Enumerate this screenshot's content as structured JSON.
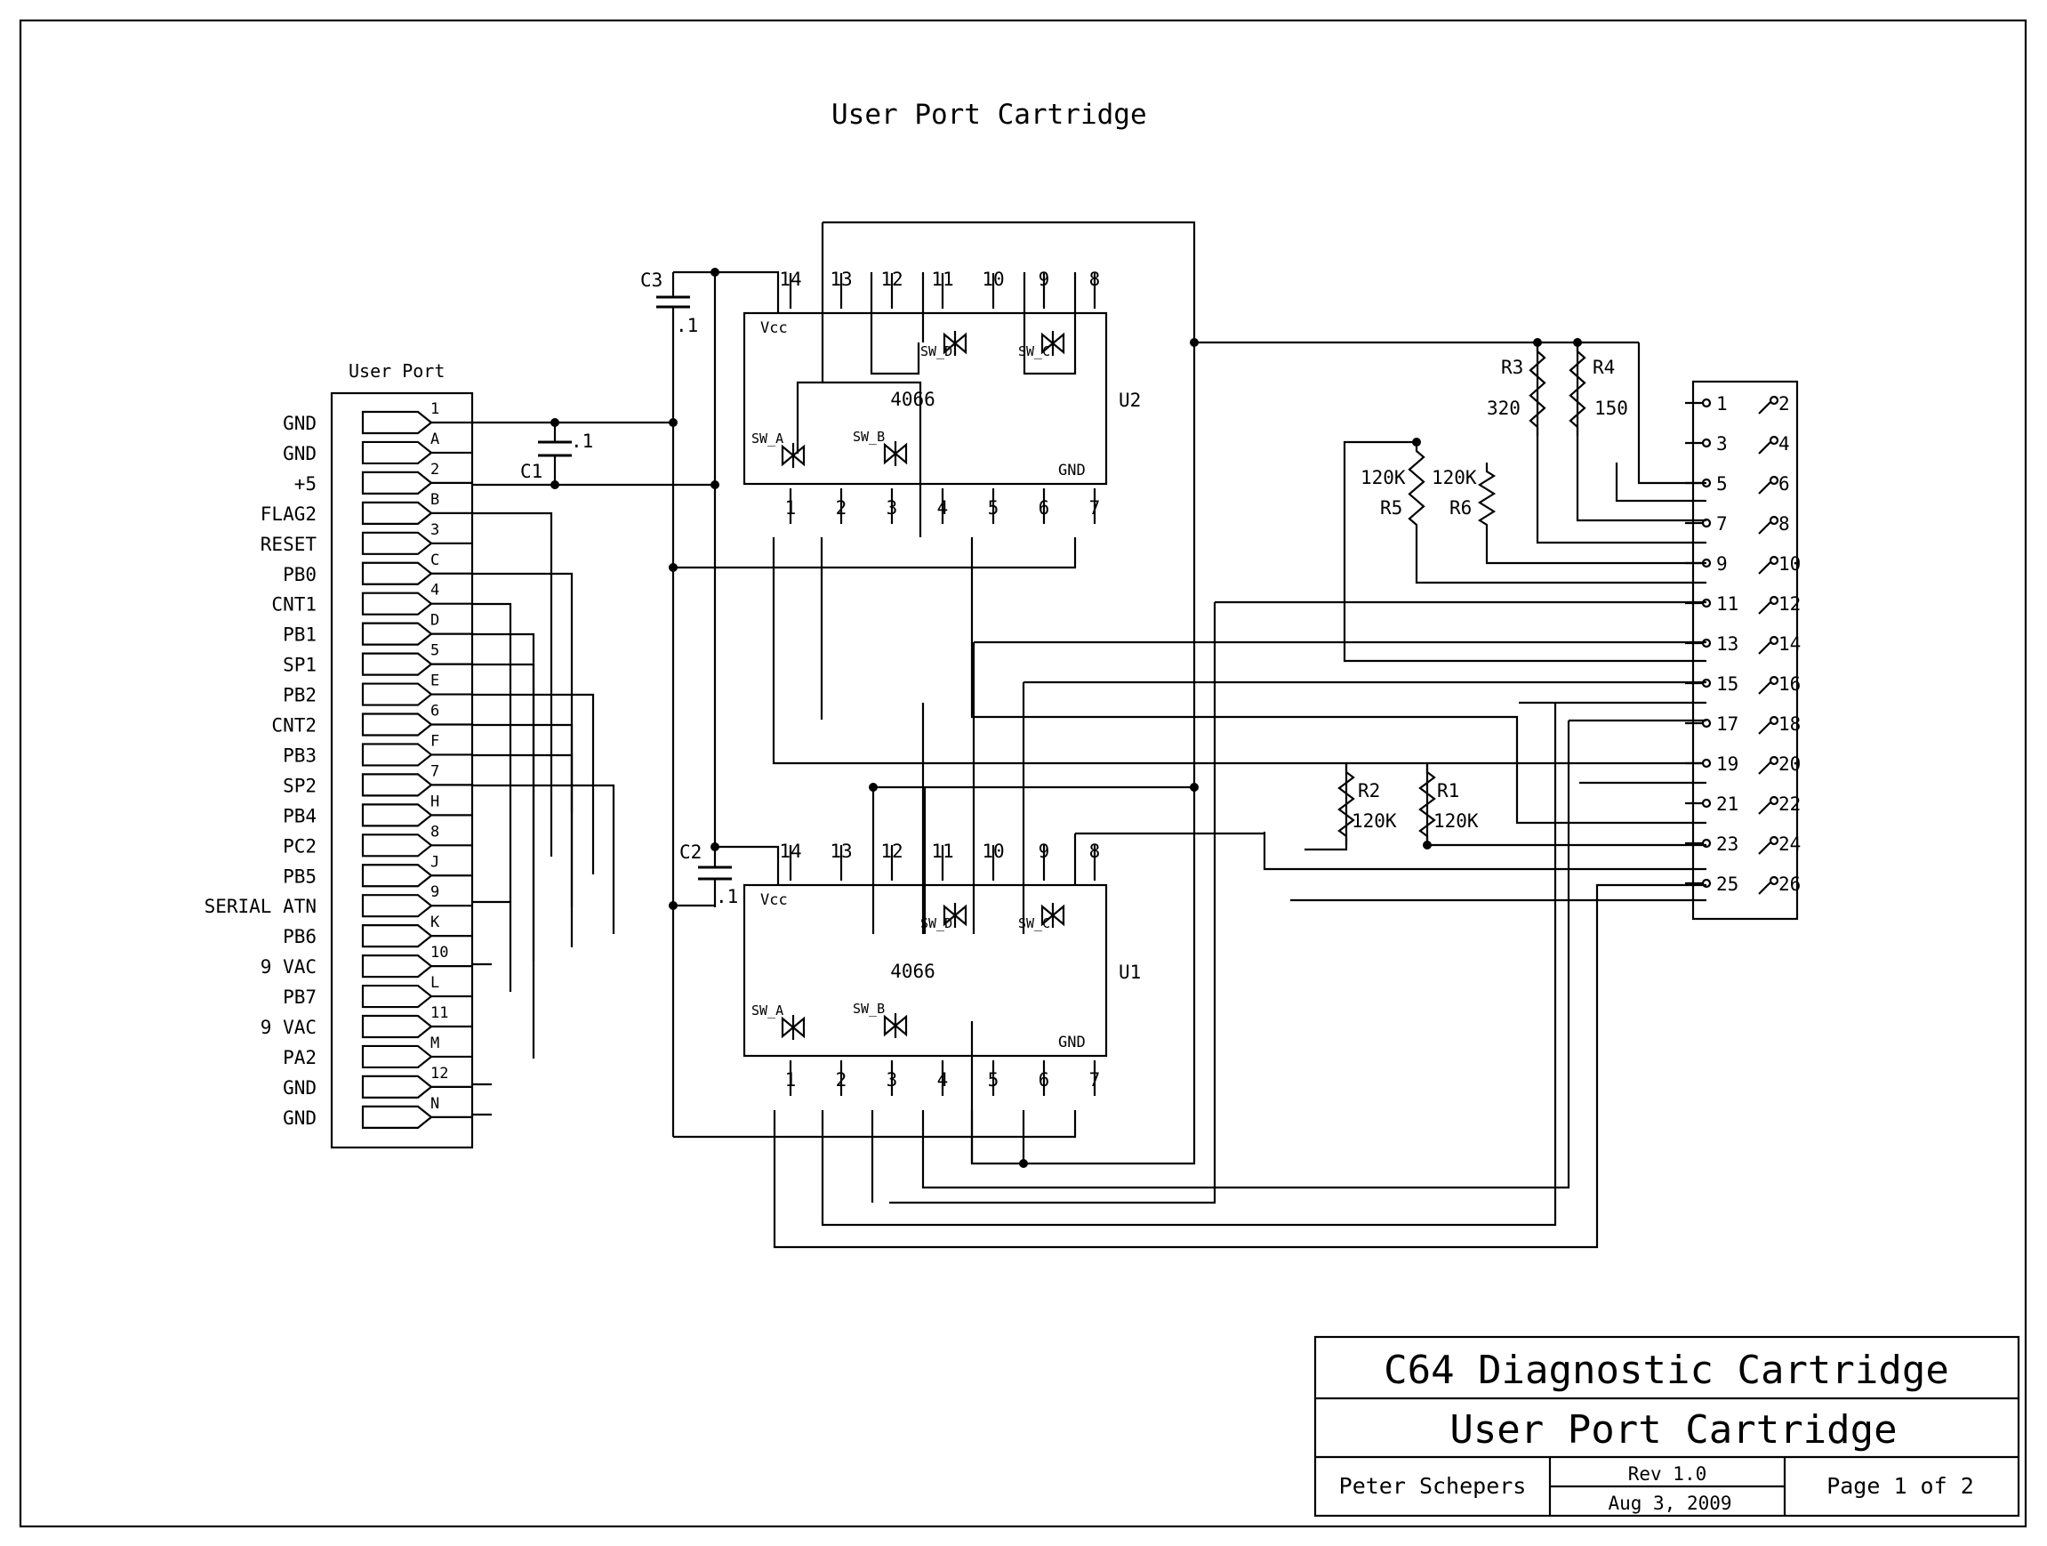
{
  "title": "User Port Cartridge",
  "user_port": {
    "label": "User Port",
    "signals": [
      "GND",
      "GND",
      "+5",
      "FLAG2",
      "RESET",
      "PB0",
      "CNT1",
      "PB1",
      "SP1",
      "PB2",
      "CNT2",
      "PB3",
      "SP2",
      "PB4",
      "PC2",
      "PB5",
      "SERIAL ATN",
      "PB6",
      "9 VAC",
      "PB7",
      "9 VAC",
      "PA2",
      "GND",
      "GND"
    ],
    "pins": [
      "1",
      "A",
      "2",
      "B",
      "3",
      "C",
      "4",
      "D",
      "5",
      "E",
      "6",
      "F",
      "7",
      "H",
      "8",
      "J",
      "9",
      "K",
      "10",
      "L",
      "11",
      "M",
      "12",
      "N"
    ]
  },
  "chips": [
    {
      "ref": "U2",
      "part": "4066",
      "vcc": "Vcc",
      "gnd": "GND",
      "top_pins": [
        "14",
        "13",
        "12",
        "11",
        "10",
        "9",
        "8"
      ],
      "bottom_pins": [
        "1",
        "2",
        "3",
        "4",
        "5",
        "6",
        "7"
      ],
      "switches": [
        "SW_A",
        "SW_B",
        "SW_C",
        "SW_D"
      ]
    },
    {
      "ref": "U1",
      "part": "4066",
      "vcc": "Vcc",
      "gnd": "GND",
      "top_pins": [
        "14",
        "13",
        "12",
        "11",
        "10",
        "9",
        "8"
      ],
      "bottom_pins": [
        "1",
        "2",
        "3",
        "4",
        "5",
        "6",
        "7"
      ],
      "switches": [
        "SW_A",
        "SW_B",
        "SW_C",
        "SW_D"
      ]
    }
  ],
  "capacitors": [
    {
      "ref": "C1",
      "value": ".1"
    },
    {
      "ref": "C2",
      "value": ".1"
    },
    {
      "ref": "C3",
      "value": ".1"
    }
  ],
  "resistors": [
    {
      "ref": "R1",
      "value": "120K"
    },
    {
      "ref": "R2",
      "value": "120K"
    },
    {
      "ref": "R3",
      "value": "320"
    },
    {
      "ref": "R4",
      "value": "150"
    },
    {
      "ref": "R5",
      "value": "120K"
    },
    {
      "ref": "R6",
      "value": "120K"
    }
  ],
  "dsub_pins": [
    "1",
    "2",
    "3",
    "4",
    "5",
    "6",
    "7",
    "8",
    "9",
    "10",
    "11",
    "12",
    "13",
    "14",
    "15",
    "16",
    "17",
    "18",
    "19",
    "20",
    "21",
    "22",
    "23",
    "24",
    "25",
    "26"
  ],
  "title_block": {
    "project": "C64 Diagnostic Cartridge",
    "sheet_title": "User Port Cartridge",
    "author": "Peter Schepers",
    "revision": "Rev 1.0",
    "date": "Aug 3, 2009",
    "page": "Page 1 of 2"
  }
}
